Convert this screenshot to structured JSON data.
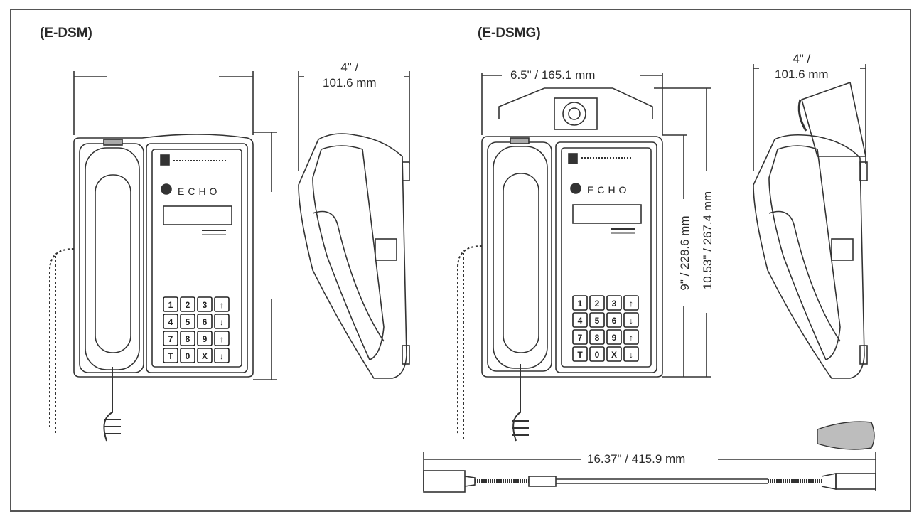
{
  "models": {
    "left": "(E-DSM)",
    "right": "(E-DSMG)"
  },
  "dimensions": {
    "dsm_side_depth": "4\" /\n101.6 mm",
    "dsmg_width": "6.5\" / 165.1 mm",
    "dsmg_height": "9\" / 228.6 mm",
    "dsmg_total_height": "10.53\" / 267.4 mm",
    "dsmg_side_depth": "4\" /\n101.6 mm",
    "gooseneck_length": "16.37\" /  415.9 mm"
  },
  "phone_labels": {
    "brand": "ECHO",
    "keys": [
      "1",
      "2",
      "3",
      "↑",
      "4",
      "5",
      "6",
      "↓",
      "7",
      "8",
      "9",
      "↑",
      "T",
      "0",
      "X",
      "↓"
    ]
  }
}
